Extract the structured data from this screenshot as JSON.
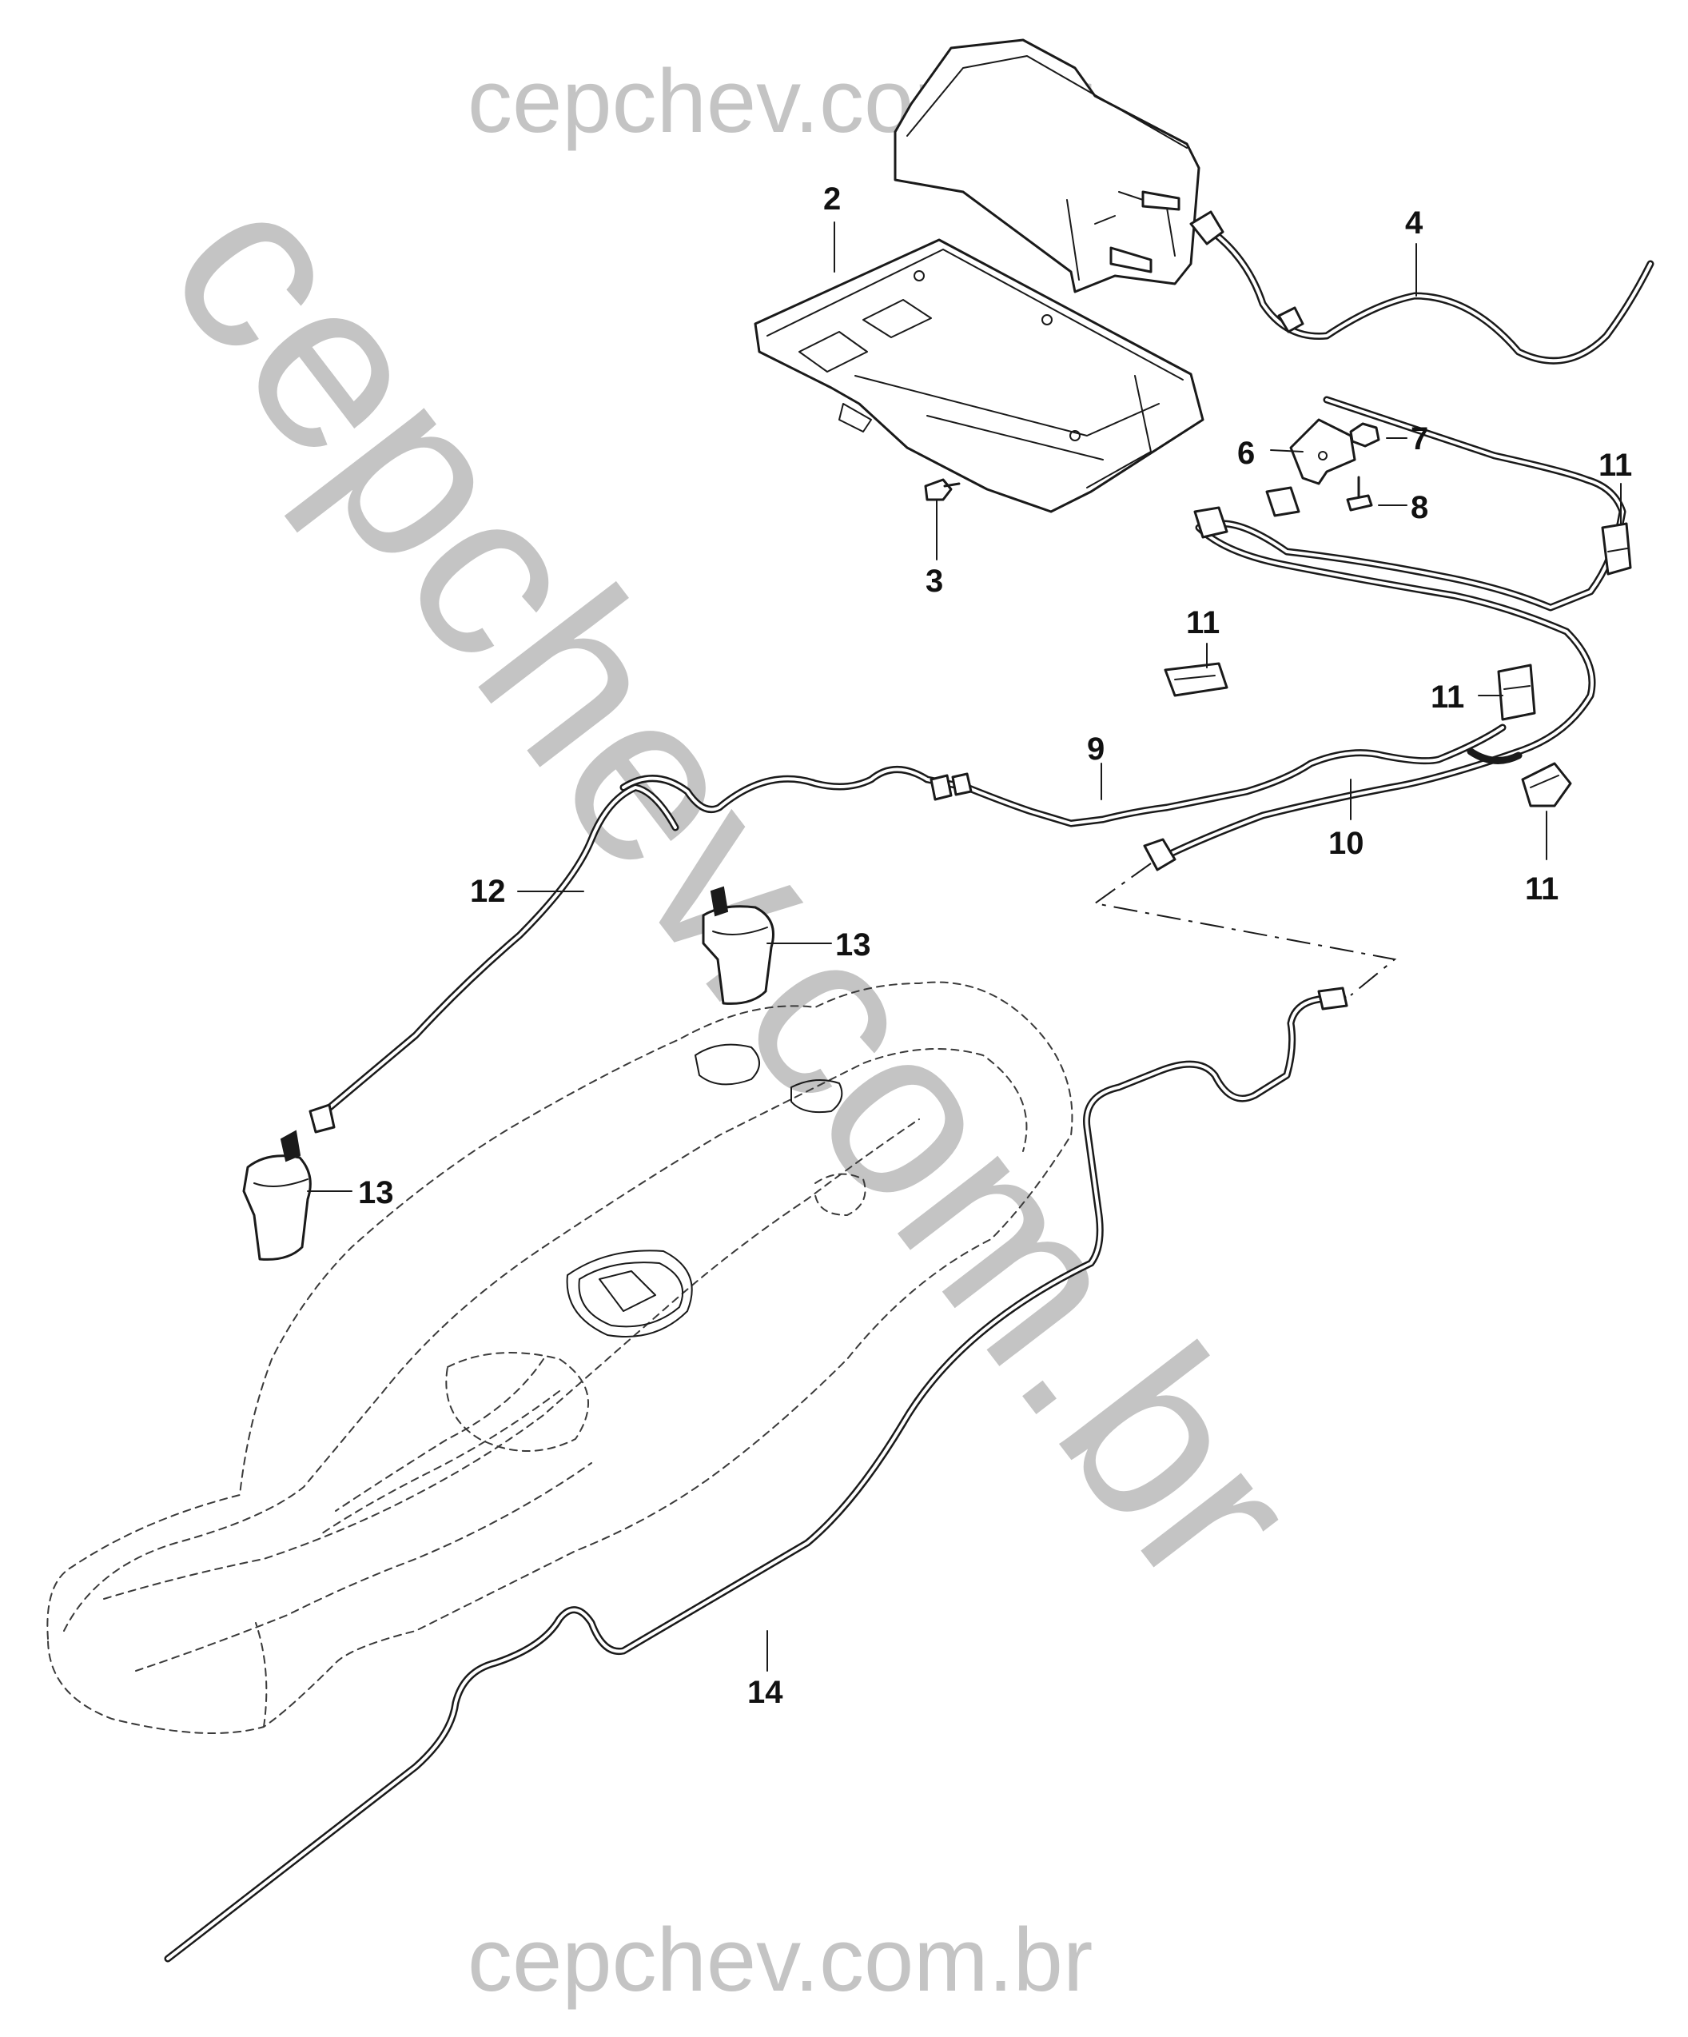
{
  "watermarks": {
    "top": "cepchev.com.br",
    "diagonal": "cepchev.com.br",
    "bottom": "cepchev.com.br"
  },
  "callouts": {
    "c2": "2",
    "c3": "3",
    "c4": "4",
    "c6": "6",
    "c7": "7",
    "c8": "8",
    "c9": "9",
    "c10": "10",
    "c11a": "11",
    "c11b": "11",
    "c11c": "11",
    "c11d": "11",
    "c12": "12",
    "c13a": "13",
    "c13b": "13",
    "c14": "14"
  },
  "colors": {
    "lineart": "#1a1a1a",
    "watermark": "#c4c4c4",
    "background": "#ffffff"
  }
}
